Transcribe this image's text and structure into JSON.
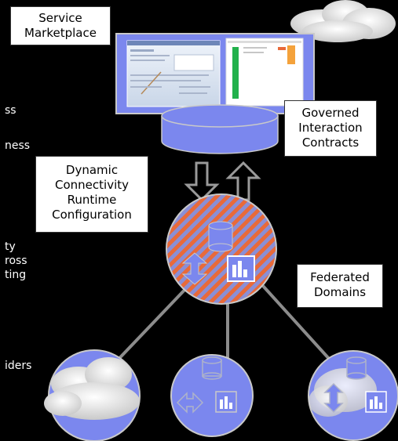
{
  "labels": {
    "service_marketplace": [
      "Service",
      "Marketplace"
    ],
    "governed_contracts": [
      "Governed",
      "Interaction",
      "Contracts"
    ],
    "dynamic_connectivity": [
      "Dynamic",
      "Connectivity",
      "Runtime",
      "Configuration"
    ],
    "federated_domains": [
      "Federated",
      "Domains"
    ]
  },
  "left_fragments": [
    "ss",
    "ness",
    "ty",
    "ross",
    "ting",
    "iders"
  ],
  "colors": {
    "background": "#000000",
    "periwinkle": "#7b87ee",
    "stripe_orange": "#e86a3a",
    "connector_gray": "#8c8c8c",
    "green_bar": "#22b14c"
  },
  "icons": [
    "cloud-icon",
    "database-icon",
    "up-down-arrow-icon",
    "bar-chart-icon",
    "screen-thumbnail"
  ]
}
